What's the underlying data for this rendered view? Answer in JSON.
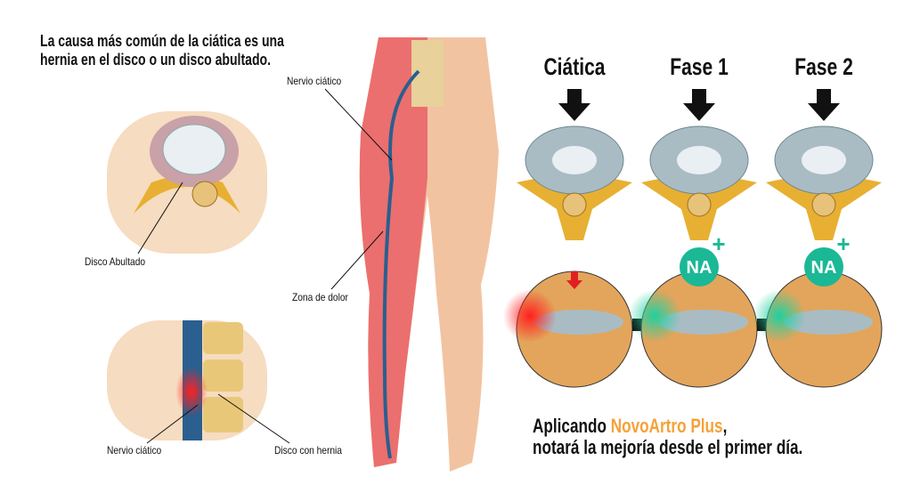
{
  "intro": {
    "line1": "La causa más común de la ciática es una",
    "line2": "hernia en el disco o un disco abultado."
  },
  "labels": {
    "nervio_top": "Nervio ciático",
    "disco_abultado": "Disco Abultado",
    "zona_dolor": "Zona de dolor",
    "nervio_bottom": "Nervio ciático",
    "disco_hernia": "Disco con hernia"
  },
  "phases": [
    {
      "label": "Ciática"
    },
    {
      "label": "Fase 1"
    },
    {
      "label": "Fase 2"
    }
  ],
  "badge": {
    "text": "NA",
    "plus": "+"
  },
  "footer": {
    "prefix": "Aplicando ",
    "brand": "NovoArtro Plus",
    "comma": ",",
    "line2": "notará la mejoría desde el primer día."
  },
  "colors": {
    "accent": "#f5a23a",
    "badge": "#1bb896",
    "pain": "#e85a62",
    "nerve": "#2a5f8f"
  }
}
